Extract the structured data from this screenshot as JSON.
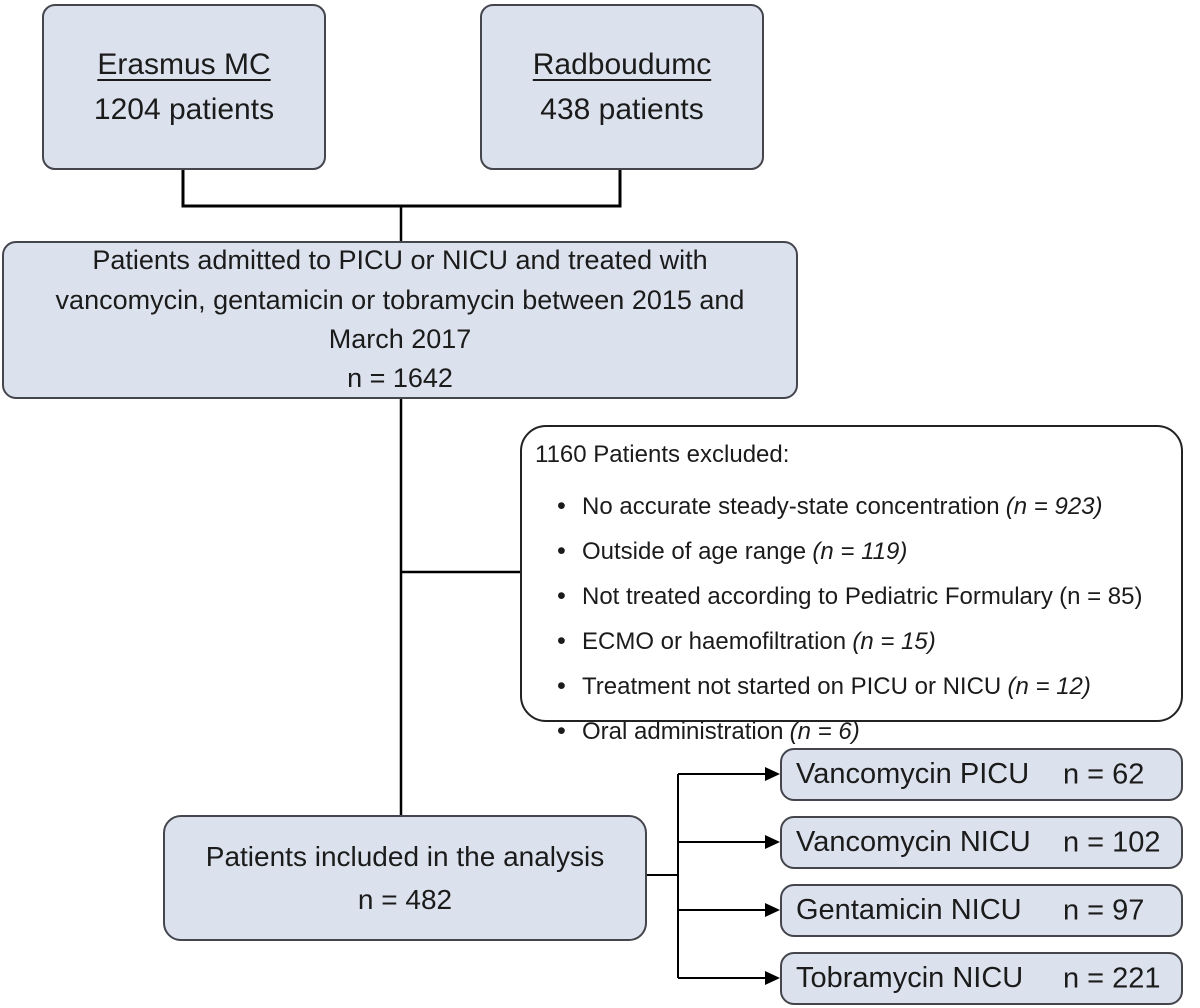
{
  "colors": {
    "box_fill": "#dce2ed",
    "box_border": "#45454d",
    "excluded_fill": "#ffffff",
    "line": "#000000",
    "text": "#1b1b1b"
  },
  "sources": [
    {
      "name": "Erasmus MC",
      "count": "1204 patients"
    },
    {
      "name": "Radboudumc",
      "count": "438 patients"
    }
  ],
  "admitted": {
    "lines": [
      "Patients admitted to PICU or NICU and treated with",
      "vancomycin, gentamicin or tobramycin between 2015 and",
      "March 2017",
      "n = 1642"
    ]
  },
  "excluded": {
    "header": "1160 Patients excluded:",
    "items": [
      {
        "label": "No accurate steady-state concentration",
        "n": "(n = 923)",
        "italic": true
      },
      {
        "label": "Outside of age range",
        "n": "(n = 119)",
        "italic": true
      },
      {
        "label": "Not treated according to Pediatric Formulary",
        "n": "(n = 85)",
        "italic": false
      },
      {
        "label": "ECMO or haemofiltration",
        "n": "(n = 15)",
        "italic": true
      },
      {
        "label": "Treatment not started on PICU or NICU",
        "n": "(n = 12)",
        "italic": true
      },
      {
        "label": "Oral administration",
        "n": "(n = 6)",
        "italic": true
      }
    ]
  },
  "included": {
    "lines": [
      "Patients included in the analysis",
      "n = 482"
    ]
  },
  "outcomes": [
    {
      "label": "Vancomycin PICU",
      "n": "n = 62"
    },
    {
      "label": "Vancomycin NICU",
      "n": "n = 102"
    },
    {
      "label": "Gentamicin NICU",
      "n": "n = 97"
    },
    {
      "label": "Tobramycin NICU",
      "n": "n = 221"
    }
  ]
}
